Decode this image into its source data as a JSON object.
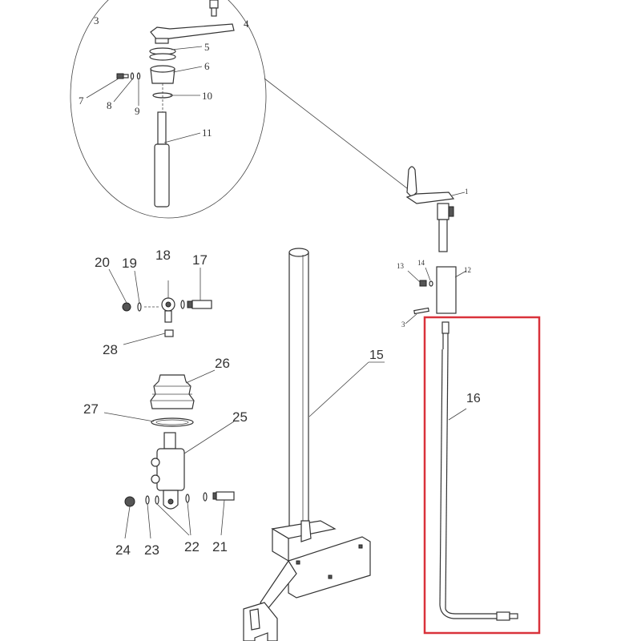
{
  "labels": {
    "p1": "1",
    "p3a": "3",
    "p3b": "3",
    "p4": "4",
    "p5": "5",
    "p6": "6",
    "p7": "7",
    "p8": "8",
    "p9": "9",
    "p10": "10",
    "p11": "11",
    "p12": "12",
    "p13": "13",
    "p14": "14",
    "p15": "15",
    "p16": "16",
    "p17": "17",
    "p18": "18",
    "p19": "19",
    "p20": "20",
    "p21": "21",
    "p22": "22",
    "p23": "23",
    "p24": "24",
    "p25": "25",
    "p26": "26",
    "p27": "27",
    "p28": "28"
  },
  "colors": {
    "highlight": "#d9323b",
    "line": "#333333"
  }
}
